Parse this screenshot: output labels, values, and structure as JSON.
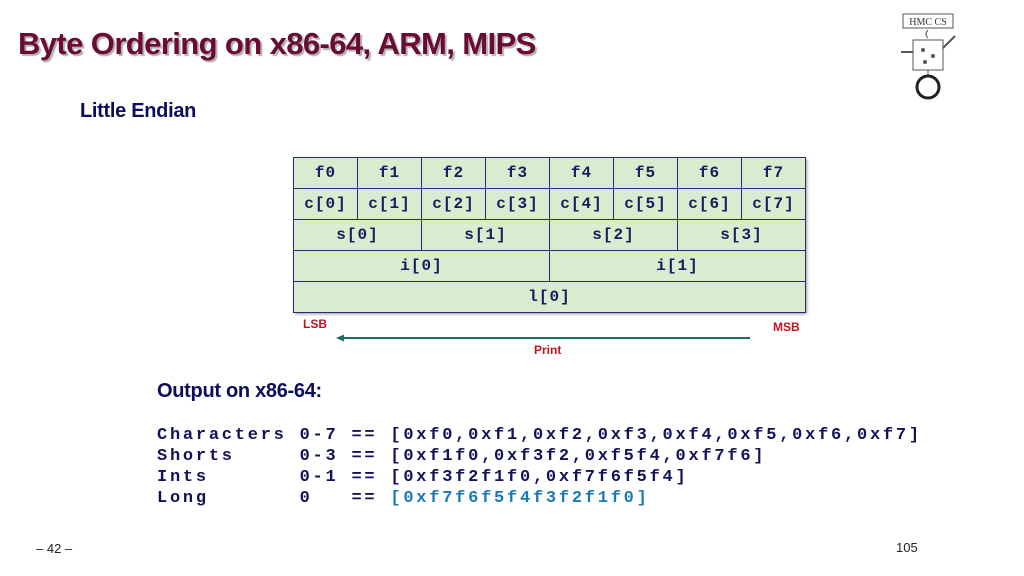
{
  "slide": {
    "title": "Byte Ordering on x86-64, ARM, MIPS",
    "subtitle": "Little Endian",
    "logo_text": "HMC CS",
    "bytes": [
      "f0",
      "f1",
      "f2",
      "f3",
      "f4",
      "f5",
      "f6",
      "f7"
    ],
    "chars": [
      "c[0]",
      "c[1]",
      "c[2]",
      "c[3]",
      "c[4]",
      "c[5]",
      "c[6]",
      "c[7]"
    ],
    "shorts": [
      "s[0]",
      "s[1]",
      "s[2]",
      "s[3]"
    ],
    "ints": [
      "i[0]",
      "i[1]"
    ],
    "longs": [
      "l[0]"
    ],
    "lsb": "LSB",
    "msb": "MSB",
    "print": "Print",
    "output_heading": "Output on x86-64:",
    "output": [
      {
        "label": "Characters",
        "range": "0-7",
        "op": "==",
        "value": "[0xf0,0xf1,0xf2,0xf3,0xf4,0xf5,0xf6,0xf7]"
      },
      {
        "label": "Shorts",
        "range": "0-3",
        "op": "==",
        "value": "[0xf1f0,0xf3f2,0xf5f4,0xf7f6]"
      },
      {
        "label": "Ints",
        "range": "0-1",
        "op": "==",
        "value": "[0xf3f2f1f0,0xf7f6f5f4]"
      },
      {
        "label": "Long",
        "range": "0",
        "op": "==",
        "value": "[0xf7f6f5f4f3f2f1f0]"
      }
    ],
    "footer_page": "– 42 –",
    "slide_number": "105"
  },
  "colors": {
    "title": "#6b0a35",
    "navy": "#0c0c5e",
    "cell": "#d8ecd0",
    "highlight": "#1a7ab8",
    "red": "#c0141c",
    "arrow": "#1f6b66"
  }
}
